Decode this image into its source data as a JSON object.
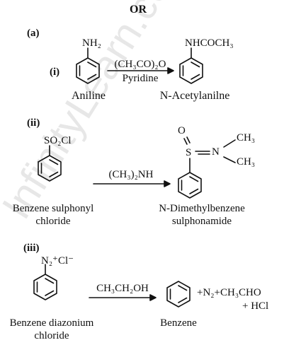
{
  "header": "OR",
  "part_a": "(a)",
  "watermark": "InfinityLearn.com",
  "reaction_i": {
    "label": "(i)",
    "reactant_group": "NH₂",
    "reactant_name": "Aniline",
    "reagent_above": "(CH₃CO)₂O",
    "reagent_below": "Pyridine",
    "product_group": "NHCOCH₃",
    "product_name": "N-Acetylanilne"
  },
  "reaction_ii": {
    "label": "(ii)",
    "reactant_group": "SO₂Cl",
    "reactant_name_1": "Benzene sulphonyl",
    "reactant_name_2": "chloride",
    "reagent_above": "(CH₃)₂NH",
    "product_atom_o": "O",
    "product_atom_s": "S",
    "product_atom_n": "N",
    "product_methyl_1": "CH₃",
    "product_methyl_2": "CH₃",
    "product_name_1": "N-Dimethylbenzene",
    "product_name_2": "sulphonamide"
  },
  "reaction_iii": {
    "label": "(iii)",
    "reactant_group": "N₂⁺Cl⁻",
    "reactant_name_1": "Benzene diazonium",
    "reactant_name_2": "chloride",
    "reagent_above": "CH₃CH₂OH",
    "product_name": "Benzene",
    "byproducts": "+N₂+CH₃CHO",
    "byproduct_hcl": "+ HCl"
  }
}
